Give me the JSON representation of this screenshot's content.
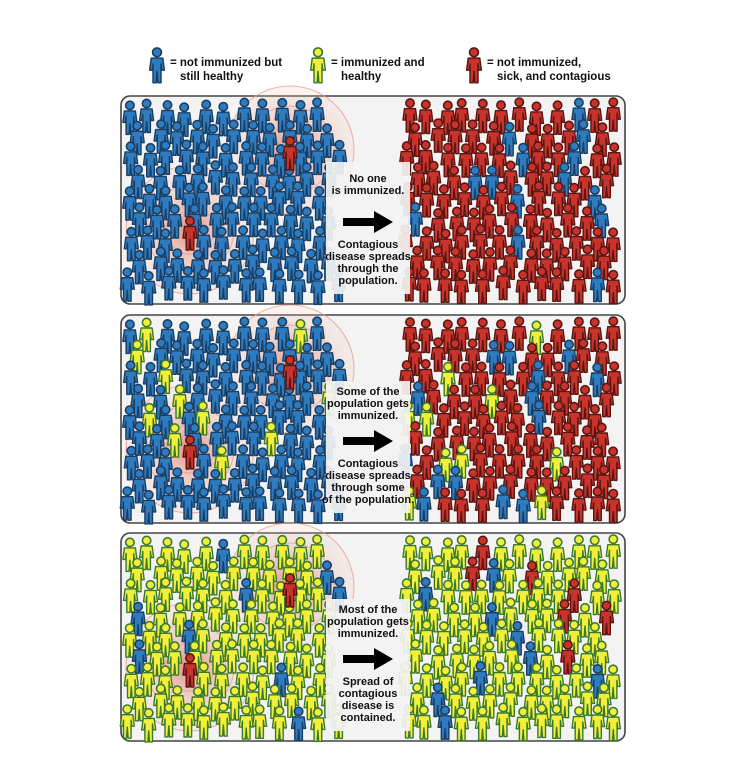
{
  "colors": {
    "not_immunized_healthy": "#2f7bbf",
    "immunized_healthy": "#f2ef3a",
    "sick_contagious": "#c8342c",
    "panel_bg": "#f3f3f3",
    "panel_border": "#444444",
    "ring": "#e79a8e"
  },
  "legend": {
    "blue_line1": "= not immunized but",
    "blue_line2": "still healthy",
    "yellow_line1": "= immunized and",
    "yellow_line2": "healthy",
    "red_line1": "= not immunized,",
    "red_line2": "sick, and contagious"
  },
  "panels": [
    {
      "top_lines": [
        "No one",
        "is immunized."
      ],
      "bottom_lines": [
        "Contagious",
        "disease spreads",
        "through the",
        "population."
      ]
    },
    {
      "top_lines": [
        "Some of the",
        "population gets",
        "immunized."
      ],
      "bottom_lines": [
        "Contagious",
        "disease spreads",
        "through some",
        "of the population."
      ]
    },
    {
      "top_lines": [
        "Most of the",
        "population gets",
        "immunized."
      ],
      "bottom_lines": [
        "Spread of",
        "contagious",
        "disease is",
        "contained."
      ]
    }
  ]
}
